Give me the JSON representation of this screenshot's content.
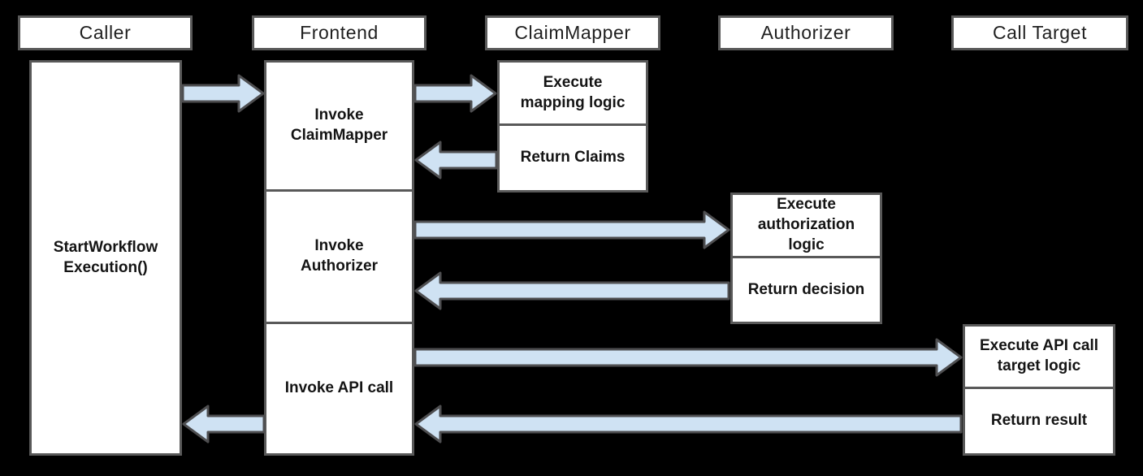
{
  "diagram": {
    "kind": "sequence-diagram",
    "colors": {
      "background": "#000000",
      "box_fill": "#ffffff",
      "box_border": "#595959",
      "arrow_fill": "#cfe2f3",
      "arrow_stroke": "#4e4e50",
      "text": "#1f1f1f"
    },
    "lifelines": [
      {
        "label": "Caller"
      },
      {
        "label": "Frontend"
      },
      {
        "label": "ClaimMapper"
      },
      {
        "label": "Authorizer"
      },
      {
        "label": "Call Target"
      }
    ],
    "activations": {
      "caller": {
        "label": "StartWorkflow\nExecution()"
      },
      "frontend": [
        {
          "label": "Invoke\nClaimMapper"
        },
        {
          "label": "Invoke\nAuthorizer"
        },
        {
          "label": "Invoke API call"
        }
      ],
      "claimmapper": [
        {
          "label": "Execute\nmapping logic"
        },
        {
          "label": "Return Claims"
        }
      ],
      "authorizer": [
        {
          "label": "Execute\nauthorization\nlogic"
        },
        {
          "label": "Return decision"
        }
      ],
      "call_target": [
        {
          "label": "Execute API call\ntarget logic"
        },
        {
          "label": "Return result"
        }
      ]
    },
    "flows": [
      {
        "from": "Caller",
        "to": "Frontend",
        "type": "call"
      },
      {
        "from": "Frontend",
        "to": "ClaimMapper",
        "type": "call"
      },
      {
        "from": "ClaimMapper",
        "to": "Frontend",
        "type": "return"
      },
      {
        "from": "Frontend",
        "to": "Authorizer",
        "type": "call"
      },
      {
        "from": "Authorizer",
        "to": "Frontend",
        "type": "return"
      },
      {
        "from": "Frontend",
        "to": "Call Target",
        "type": "call"
      },
      {
        "from": "Call Target",
        "to": "Frontend",
        "type": "return"
      },
      {
        "from": "Frontend",
        "to": "Caller",
        "type": "return"
      }
    ]
  }
}
